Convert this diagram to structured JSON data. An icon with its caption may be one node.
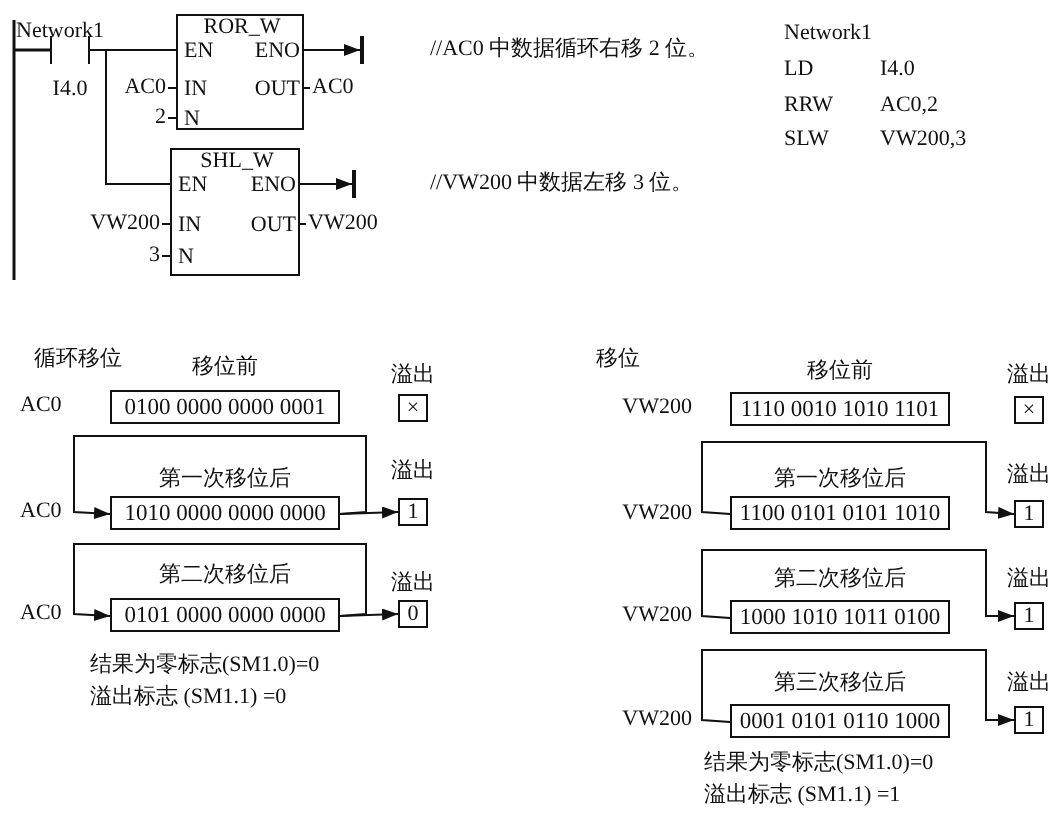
{
  "diagram": {
    "nodes": [
      {
        "text": [],
        "shape": "contact",
        "beside": [
          "I4.0"
        ]
      },
      {
        "text": [
          "ROR_W",
          "EN",
          "ENO",
          "IN",
          "OUT",
          "N"
        ]
      },
      {
        "text": [
          "SHL_W",
          "EN",
          "ENO",
          "IN",
          "OUT",
          "N"
        ]
      },
      {
        "text": [
          "0100 0000 0000 0001"
        ],
        "beside": [
          "移位前"
        ]
      },
      {
        "text": [
          "×"
        ],
        "beside": [
          "溢出"
        ]
      },
      {
        "text": [
          "1010 0000 0000 0000"
        ],
        "beside": [
          "第一次移位后"
        ]
      },
      {
        "text": [
          "1"
        ],
        "beside": [
          "溢出"
        ]
      },
      {
        "text": [
          "0101 0000 0000 0000"
        ],
        "beside": [
          "第二次移位后"
        ]
      },
      {
        "text": [
          "0"
        ],
        "beside": [
          "溢出"
        ]
      },
      {
        "text": [
          "1110 0010 1010 1101"
        ],
        "beside": [
          "移位前"
        ]
      },
      {
        "text": [
          "×"
        ],
        "beside": [
          "溢出"
        ]
      },
      {
        "text": [
          "1100 0101 0101 1010"
        ],
        "beside": [
          "第一次移位后"
        ]
      },
      {
        "text": [
          "1"
        ],
        "beside": [
          "溢出"
        ]
      },
      {
        "text": [
          "1000 1010 1011 0100"
        ],
        "beside": [
          "第二次移位后"
        ]
      },
      {
        "text": [
          "1"
        ],
        "beside": [
          "溢出"
        ]
      },
      {
        "text": [
          "0001 0101 0110 1000"
        ],
        "beside": [
          "第三次移位后"
        ]
      },
      {
        "text": [
          "1"
        ],
        "beside": [
          "溢出"
        ]
      },
      {
        "text": [],
        "shape": "bar"
      },
      {
        "text": [],
        "shape": "bar"
      }
    ],
    "edges": [
      {
        "from": 0,
        "to": 1,
        "arrow": "none"
      },
      {
        "from": 0,
        "to": 2,
        "arrow": "none"
      },
      {
        "from": 1,
        "to": 17,
        "arrow": "to"
      },
      {
        "from": 2,
        "to": 18,
        "arrow": "to"
      },
      {
        "from": 5,
        "to": 5,
        "arrow": "to"
      },
      {
        "from": 5,
        "to": 6,
        "arrow": "to"
      },
      {
        "from": 7,
        "to": 7,
        "arrow": "to"
      },
      {
        "from": 7,
        "to": 8,
        "arrow": "to"
      },
      {
        "from": 11,
        "to": 12,
        "arrow": "to"
      },
      {
        "from": 13,
        "to": 14,
        "arrow": "to"
      },
      {
        "from": 15,
        "to": 16,
        "arrow": "to"
      }
    ],
    "labels": [
      "Network1",
      "AC0",
      "2",
      "AC0",
      "VW200",
      "3",
      "VW200",
      "//AC0 中数据循环右移 2 位。",
      "//VW200 中数据左移 3 位。",
      "Network1",
      "LD",
      "I4.0",
      "RRW",
      "AC0,2",
      "SLW",
      "VW200,3",
      "循环移位",
      "AC0",
      "AC0",
      "AC0",
      "结果为零标志(SM1.0)=0",
      "溢出标志 (SM1.1) =0",
      "移位",
      "VW200",
      "VW200",
      "VW200",
      "VW200",
      "结果为零标志(SM1.0)=0",
      "溢出标志 (SM1.1) =1"
    ]
  }
}
